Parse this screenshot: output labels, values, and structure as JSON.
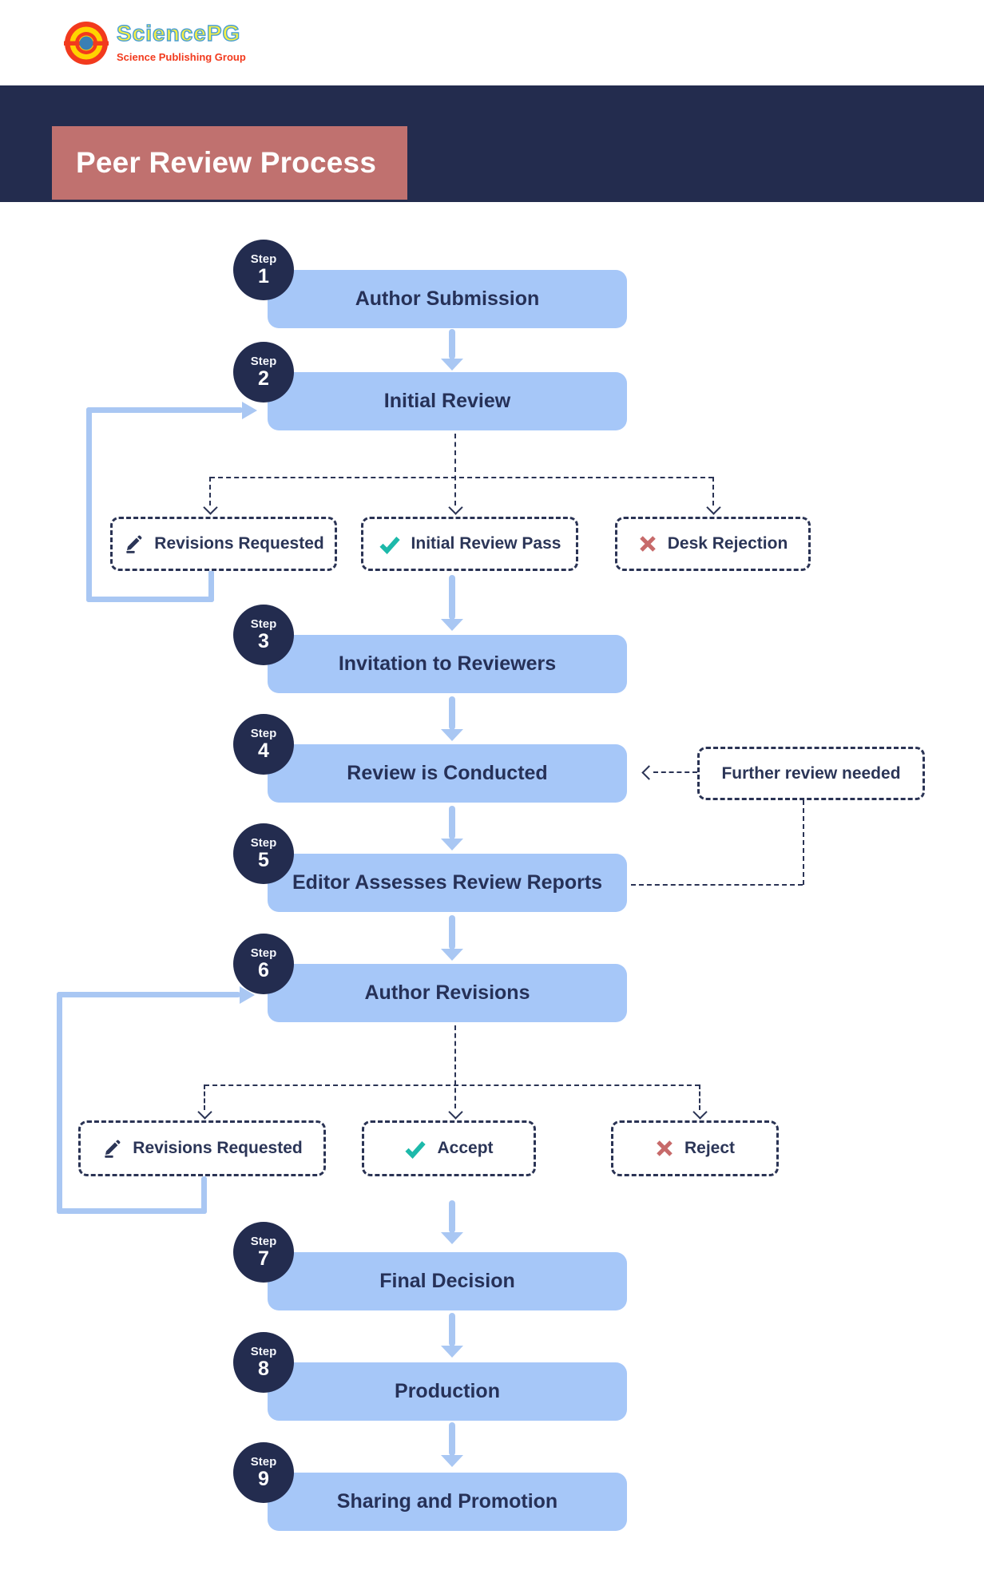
{
  "logo": {
    "brand": "SciencePG",
    "tagline": "Science Publishing Group"
  },
  "header": {
    "title": "Peer Review Process"
  },
  "steps": [
    {
      "badge": "Step",
      "number": "1",
      "title": "Author Submission"
    },
    {
      "badge": "Step",
      "number": "2",
      "title": "Initial Review"
    },
    {
      "badge": "Step",
      "number": "3",
      "title": "Invitation to Reviewers"
    },
    {
      "badge": "Step",
      "number": "4",
      "title": "Review is Conducted"
    },
    {
      "badge": "Step",
      "number": "5",
      "title": "Editor Assesses Review Reports"
    },
    {
      "badge": "Step",
      "number": "6",
      "title": "Author Revisions"
    },
    {
      "badge": "Step",
      "number": "7",
      "title": "Final Decision"
    },
    {
      "badge": "Step",
      "number": "8",
      "title": "Production"
    },
    {
      "badge": "Step",
      "number": "9",
      "title": "Sharing and Promotion"
    }
  ],
  "decisions": {
    "row1": [
      {
        "icon": "pencil-icon",
        "label": "Revisions Requested"
      },
      {
        "icon": "check-icon",
        "label": "Initial Review Pass"
      },
      {
        "icon": "cross-icon",
        "label": "Desk Rejection"
      }
    ],
    "row2": [
      {
        "icon": "pencil-icon",
        "label": "Revisions Requested"
      },
      {
        "icon": "check-icon",
        "label": "Accept"
      },
      {
        "icon": "cross-icon",
        "label": "Reject"
      }
    ]
  },
  "callout": {
    "label": "Further review needed"
  },
  "colors": {
    "navy_band": "#232c4e",
    "rose_title": "#c0716f",
    "step_circle_navy": "#232c4f",
    "box_blue": "#a6c7f8",
    "arrow_blue": "#a9c7f3",
    "dash_navy": "#2a3354",
    "text_navy": "#2b3557",
    "check_teal": "#1db9aa",
    "cross_red": "#c76a6a",
    "logo_red": "#f23a1d",
    "logo_yellow": "#ffd400",
    "logo_blue_dot": "#3a7fb5",
    "brand_yellow": "#f7ef45"
  }
}
